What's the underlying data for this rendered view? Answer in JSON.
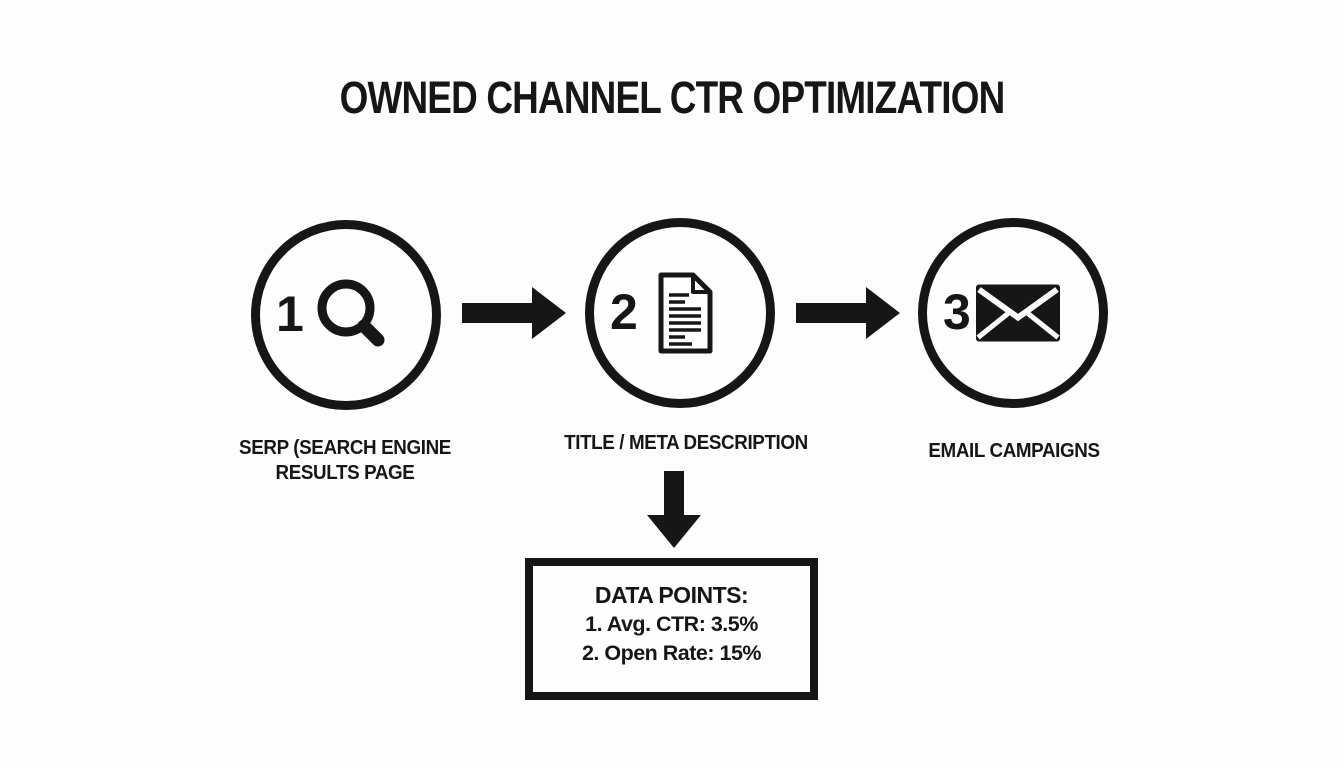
{
  "title": "OWNED CHANNEL CTR OPTIMIZATION",
  "steps": [
    {
      "number": "1",
      "icon": "search-icon",
      "label": "SERP (SEARCH ENGINE RESULTS PAGE"
    },
    {
      "number": "2",
      "icon": "document-icon",
      "label": "TITLE / META DESCRIPTION"
    },
    {
      "number": "3",
      "icon": "email-icon",
      "label": "EMAIL CAMPAIGNS"
    }
  ],
  "data_box": {
    "heading": "DATA POINTS:",
    "items": [
      "1. Avg. CTR: 3.5%",
      "2. Open Rate: 15%"
    ]
  },
  "colors": {
    "ink": "#161616",
    "background": "#fdfdfd"
  }
}
